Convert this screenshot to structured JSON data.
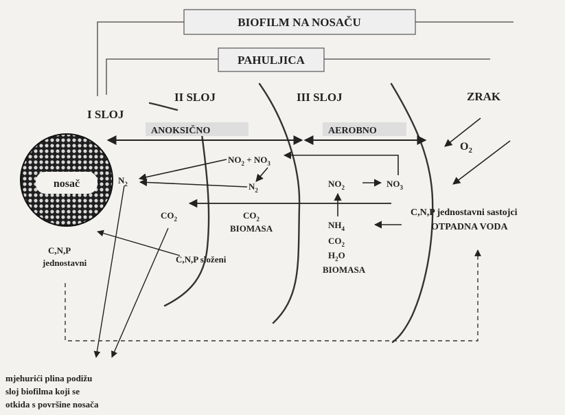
{
  "boxes": {
    "biofilm": "BIOFILM NA NOSAČU",
    "pahuljica": "PAHULJICA"
  },
  "layers": {
    "sloj1": "I SLOJ",
    "sloj2": "II SLOJ",
    "sloj3": "III SLOJ",
    "zrak": "ZRAK"
  },
  "zones": {
    "anoksicno": "ANOKSIČNO",
    "aerobno": "AEROBNO"
  },
  "carrier": {
    "label": "nosač"
  },
  "species": {
    "o2": "O",
    "o2_sub": "2",
    "n2_left": "N",
    "n2_left_sub": "2",
    "no2_no3_a": "NO",
    "no2_no3_a_sub": "2",
    "no2_no3_plus": " + NO",
    "no2_no3_b_sub": "3",
    "n2_mid": "N",
    "n2_mid_sub": "2",
    "no2_right": "NO",
    "no2_right_sub": "2",
    "no3_right": "NO",
    "no3_right_sub": "3",
    "co2_left": "CO",
    "co2_left_sub": "2",
    "co2_biomasa_co2": "CO",
    "co2_biomasa_co2_sub": "2",
    "co2_biomasa_biomasa": "BIOMASA",
    "nh4": "NH",
    "nh4_sub": "4",
    "co2_stack": "CO",
    "co2_stack_sub": "2",
    "h2o_h": "H",
    "h2o_sub": "2",
    "h2o_o": "O",
    "biomasa_stack": "BIOMASA"
  },
  "labels": {
    "cnp_jednostavni_sastojci": "C,N,P jednostavni sastojci",
    "otpadna_voda": "OTPADNA VODA",
    "cnp_slozeni": "C,N,P složeni",
    "cnp_left_1": "C,N,P",
    "cnp_left_2": "jednostavni",
    "bubbles_1": "mjehurići plina podižu",
    "bubbles_2": "sloj biofilma koji se",
    "bubbles_3": "otkida s površine nosača"
  }
}
